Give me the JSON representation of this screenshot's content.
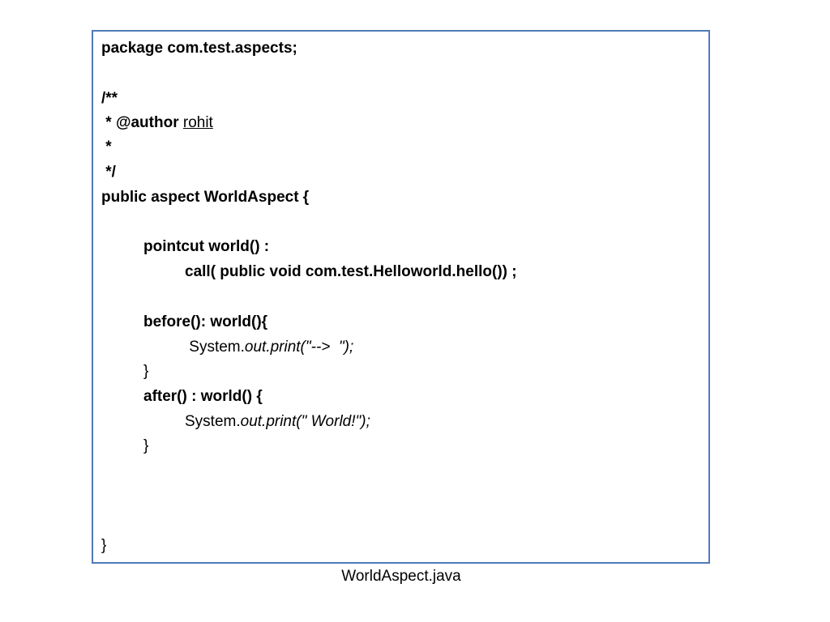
{
  "code": {
    "line_package": "package com.test.aspects;",
    "line_doc_open": "/**",
    "line_author_prefix": " * @author ",
    "line_author_name": "rohit",
    "line_star": " *",
    "line_doc_close": " */",
    "line_class_decl": "public aspect WorldAspect {",
    "line_pointcut": "pointcut world() :",
    "line_call": "call( public void com.test.Helloworld.hello()) ;",
    "line_before": "before(): world(){",
    "line_before_body_plain": " System.",
    "line_before_body_italic": "out.print(\"-->  \");",
    "line_before_close": "}",
    "line_after": "after() : world() {",
    "line_after_body_plain": "System.",
    "line_after_body_italic": "out.print(\" World!\");",
    "line_after_close": "}",
    "line_class_close": "}"
  },
  "caption": "WorldAspect.java"
}
